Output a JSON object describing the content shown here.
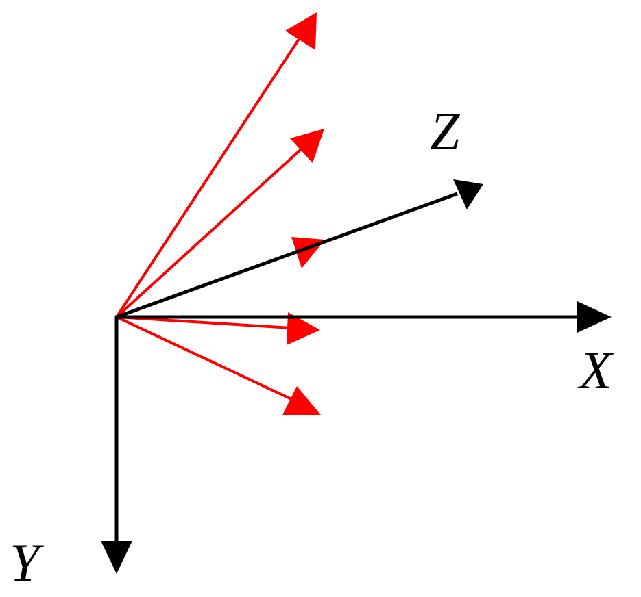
{
  "colors": {
    "axis": "#000000",
    "vector": "#ff0000",
    "background": "#ffffff"
  },
  "axes": {
    "x": {
      "label": "X"
    },
    "y": {
      "label": "Y"
    },
    "z": {
      "label": "Z"
    }
  },
  "vectors": {
    "count": 5
  }
}
